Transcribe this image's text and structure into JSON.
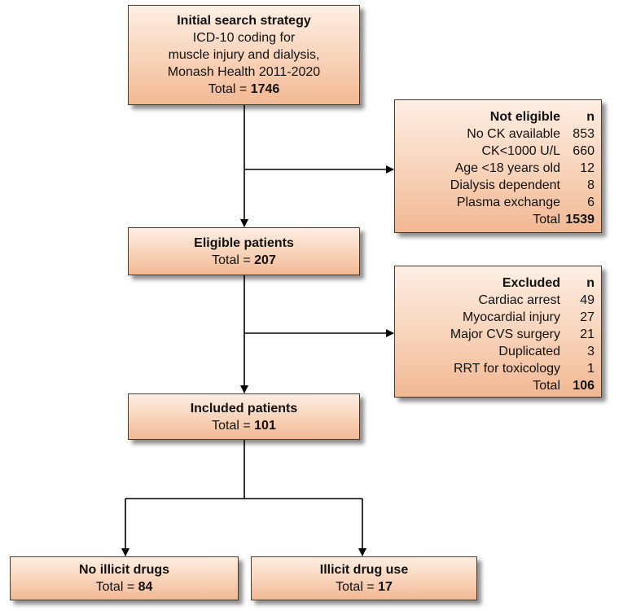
{
  "nodes": {
    "initial": {
      "title": "Initial search strategy",
      "lines": [
        "ICD-10 coding for",
        "muscle injury and dialysis,",
        "Monash Health 2011-2020"
      ],
      "total_label": "Total = ",
      "total_value": "1746"
    },
    "not_eligible": {
      "header": "Not eligible",
      "n_header": "n",
      "rows": [
        {
          "label": "No CK available",
          "n": "853"
        },
        {
          "label": "CK<1000 U/L",
          "n": "660"
        },
        {
          "label": "Age <18 years old",
          "n": "12"
        },
        {
          "label": "Dialysis dependent",
          "n": "8"
        },
        {
          "label": "Plasma exchange",
          "n": "6"
        }
      ],
      "total_label": "Total",
      "total_value": "1539"
    },
    "eligible": {
      "title": "Eligible patients",
      "total_label": "Total = ",
      "total_value": "207"
    },
    "excluded": {
      "header": "Excluded",
      "n_header": "n",
      "rows": [
        {
          "label": "Cardiac arrest",
          "n": "49"
        },
        {
          "label": "Myocardial injury",
          "n": "27"
        },
        {
          "label": "Major CVS surgery",
          "n": "21"
        },
        {
          "label": "Duplicated",
          "n": "3"
        },
        {
          "label": "RRT for toxicology",
          "n": "1"
        }
      ],
      "total_label": "Total",
      "total_value": "106"
    },
    "included": {
      "title": "Included patients",
      "total_label": "Total = ",
      "total_value": "101"
    },
    "no_illicit": {
      "title": "No illicit drugs",
      "total_label": "Total = ",
      "total_value": "84"
    },
    "illicit": {
      "title": "Illicit drug use",
      "total_label": "Total = ",
      "total_value": "17"
    }
  },
  "colors": {
    "box_border": "#4a3a2c",
    "box_fill_top": "#fdeee3",
    "box_fill_bottom": "#f2b893",
    "arrow": "#000000"
  }
}
